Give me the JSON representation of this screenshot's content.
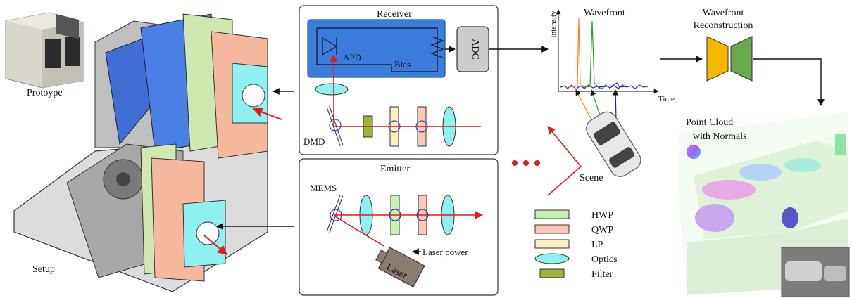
{
  "labels": {
    "prototype": "Protoype",
    "setup": "Setup",
    "receiver": "Receiver",
    "apd": "APD",
    "bias": "Bias",
    "adc": "ADC",
    "dmd": "DMD",
    "emitter": "Emitter",
    "mems": "MEMS",
    "laser": "Laser",
    "laser_power": "Laser power",
    "wavefront": "Wavefront",
    "intensity": "Intensity",
    "time": "Time",
    "scene": "Scene",
    "reconstruction_line1": "Wavefront",
    "reconstruction_line2": "Reconstruction",
    "pointcloud_line1": "Point Cloud",
    "pointcloud_line2": "with Normals"
  },
  "legend": [
    {
      "label": "HWP",
      "shape": "rect",
      "color": "#c8f0b4"
    },
    {
      "label": "QWP",
      "shape": "rect",
      "color": "#f8c9b5"
    },
    {
      "label": "LP",
      "shape": "rect",
      "color": "#fbeec0"
    },
    {
      "label": "Optics",
      "shape": "ellipse",
      "color": "#8ef0f0"
    },
    {
      "label": "Filter",
      "shape": "rect",
      "color": "#9fb33a"
    }
  ],
  "colors": {
    "beam": "#e41a1c",
    "receiver_box": "#3b7ddd",
    "adc_box": "#cccccc",
    "encoder": "#f5b800",
    "decoder": "#6aa84f"
  }
}
